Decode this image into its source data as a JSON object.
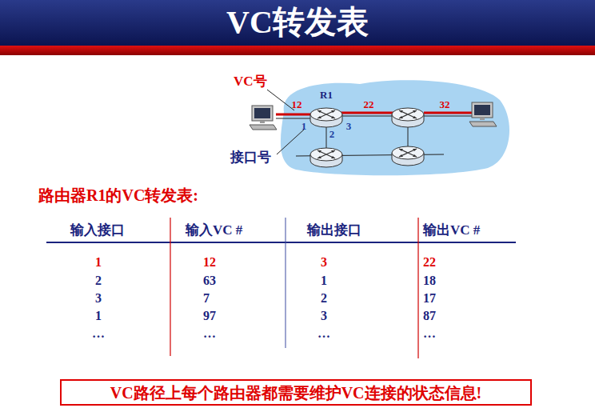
{
  "diagram": {
    "title": "VC转发表",
    "nodes": [
      {
        "text": [
          "VC路径上每个路由器都需要维护VC连接的状态信息!"
        ]
      }
    ],
    "labels": [
      "VC号",
      "12",
      "R1",
      "22",
      "32",
      "1",
      "2",
      "3",
      "接口号",
      "路由器R1的VC转发表:",
      "输入接口",
      "输入VC #",
      "输出接口",
      "输出VC #",
      "1",
      "12",
      "3",
      "22",
      "2",
      "63",
      "1",
      "18",
      "3",
      "7",
      "2",
      "17",
      "1",
      "97",
      "3",
      "87",
      "…",
      "…",
      "…",
      "…"
    ]
  }
}
